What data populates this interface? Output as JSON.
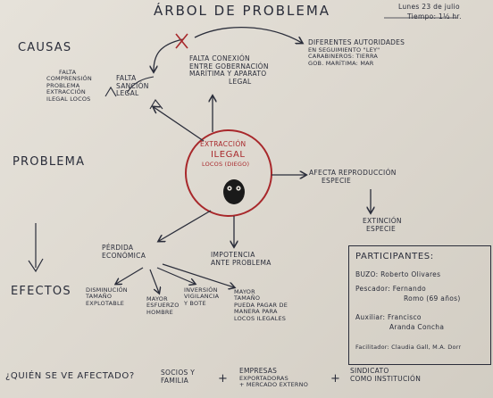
{
  "title": "ÁRBOL DE PROBLEMA",
  "date": "Lunes 23 de julio",
  "time": "Tiempo: 1½ hr.",
  "labels": {
    "causas": "CAUSAS",
    "problema": "PROBLEMA",
    "efectos": "EFECTOS"
  },
  "center": {
    "line1": "EXTRACCIÓN",
    "line2": "ILEGAL",
    "line3": "LOCOS (DIEGO)"
  },
  "causes": {
    "c1": [
      "FALTA",
      "COMPRENSIÓN",
      "PROBLEMA",
      "EXTRACCIÓN",
      "ILEGAL LOCOS"
    ],
    "c2": [
      "FALTA",
      "SANCIÓN",
      "LEGAL"
    ],
    "c3": [
      "FALTA CONEXIÓN",
      "ENTRE GOBERNACIÓN",
      "MARÍTIMA Y APARATO",
      "LEGAL"
    ],
    "c4": [
      "DIFERENTES AUTORIDADES",
      "EN SEGUIMIENTO \"LEY\"",
      "CARABINEROS: TIERRA",
      "GOB. MARÍTIMA: MAR"
    ]
  },
  "effects": {
    "e1": [
      "AFECTA REPRODUCCIÓN",
      "ESPECIE"
    ],
    "e2": [
      "EXTINCIÓN",
      "ESPECIE"
    ],
    "e3": [
      "PÉRDIDA",
      "ECONÓMICA"
    ],
    "e4": [
      "IMPOTENCIA",
      "ANTE PROBLEMA"
    ],
    "sub1": [
      "DISMINUCIÓN",
      "TAMAÑO",
      "EXPLOTABLE"
    ],
    "sub2": [
      "MAYOR",
      "ESFUERZO",
      "HOMBRE"
    ],
    "sub3": [
      "INVERSIÓN",
      "VIGILANCIA",
      "Y BOTE"
    ],
    "sub4": [
      "MAYOR",
      "TAMAÑO",
      "PUEDA PAGAR DE",
      "MANERA PARA",
      "LOCOS ILEGALES"
    ]
  },
  "participants": {
    "heading": "PARTICIPANTES:",
    "lines": [
      "BUZO: Roberto Olivares",
      "Pescador: Fernando",
      "Romo (69 años)",
      "Auxiliar: Francisco",
      "Aranda Concha",
      "Facilitador: Claudia Gall, M.A. Dorr"
    ]
  },
  "bottom": {
    "question": "¿QUIÉN SE VE AFECTADO?",
    "a1": [
      "SOCIOS Y",
      "FAMILIA"
    ],
    "a2": [
      "EMPRESAS",
      "EXPORTADORAS",
      "+ MERCADO EXTERNO"
    ],
    "a3": [
      "SINDICATO",
      "COMO INSTITUCIÓN"
    ],
    "plus": "+"
  },
  "colors": {
    "ink": "#2a2d3a",
    "red": "#a8282b",
    "paper": "#e2ded6"
  }
}
